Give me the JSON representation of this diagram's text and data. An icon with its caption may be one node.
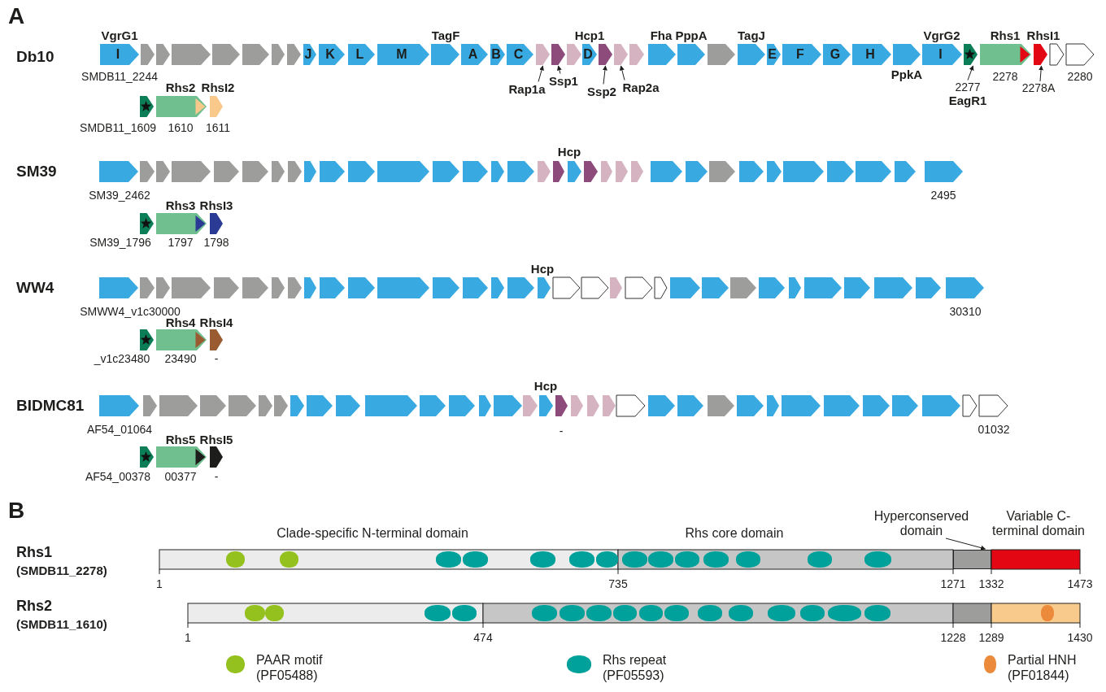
{
  "diagram": {
    "nodes": [
      {
        "text": [
          "I"
        ],
        "beside": [
          "VgrG1",
          "SMDB11_2244"
        ]
      },
      {
        "text": [
          "J"
        ]
      },
      {
        "text": [
          "K"
        ]
      },
      {
        "text": [
          "L"
        ]
      },
      {
        "text": [
          "M"
        ]
      },
      {
        "text": [
          "A"
        ]
      },
      {
        "text": [
          "B"
        ]
      },
      {
        "text": [
          "C"
        ]
      },
      {
        "text": [],
        "shape": "arrow"
      },
      {
        "text": [],
        "shape": "arrow"
      },
      {
        "text": [
          "D"
        ],
        "beside": [
          "Hcp1"
        ]
      },
      {
        "text": [],
        "shape": "arrow"
      },
      {
        "text": [],
        "shape": "arrow"
      },
      {
        "text": [
          "E"
        ]
      },
      {
        "text": [
          "F"
        ]
      },
      {
        "text": [
          "G"
        ]
      },
      {
        "text": [
          "H"
        ]
      },
      {
        "text": [
          "I"
        ],
        "beside": [
          "VgrG2"
        ]
      },
      {
        "text": [],
        "shape": "arrow"
      },
      {
        "text": [],
        "shape": "arrow",
        "beside": [
          "RhsI1"
        ]
      },
      {
        "text": [
          "Rap1a"
        ]
      },
      {
        "text": [
          "Ssp1"
        ]
      },
      {
        "text": [
          "Ssp2"
        ]
      },
      {
        "text": [
          "Rap2a"
        ]
      },
      {
        "text": [
          "2277",
          "EagR1"
        ]
      },
      {
        "text": [
          "2278A"
        ]
      },
      {
        "text": [
          "Hyperconserved domain"
        ]
      },
      {
        "text": [],
        "shape": "box"
      }
    ],
    "edges": [
      {
        "from": 20,
        "to": 8,
        "arrow": "to"
      },
      {
        "from": 21,
        "to": 9,
        "arrow": "to"
      },
      {
        "from": 22,
        "to": 11,
        "arrow": "to"
      },
      {
        "from": 23,
        "to": 12,
        "arrow": "to"
      },
      {
        "from": 24,
        "to": 18,
        "arrow": "to"
      },
      {
        "from": 25,
        "to": 19,
        "arrow": "to"
      },
      {
        "from": 26,
        "to": 27,
        "arrow": "to"
      }
    ],
    "labels": [
      "A",
      "TagF",
      "Fha",
      "PppA",
      "TagJ",
      "Rhs1",
      "Db10",
      "PpkA",
      "2278",
      "2280",
      "Rhs2",
      "RhsI2",
      "SMDB11_1609",
      "1610",
      "1611",
      "Hcp",
      "SM39",
      "SM39_2462",
      "2495",
      "Rhs3",
      "RhsI3",
      "SM39_1796",
      "1797",
      "1798",
      "Hcp",
      "WW4",
      "SMWW4_v1c30000",
      "30310",
      "Rhs4",
      "RhsI4",
      "_v1c23480",
      "23490",
      "-",
      "Hcp",
      "BIDMC81",
      "AF54_01064",
      "-",
      "01032",
      "Rhs5",
      "RhsI5",
      "AF54_00378",
      "00377",
      "-",
      "B",
      "Clade-specific N-terminal domain",
      "Rhs core domain",
      "Variable C-terminal domain",
      "Rhs1",
      "(SMDB11_2278)",
      "1",
      "735",
      "1271",
      "1332",
      "1473",
      "Rhs2",
      "(SMDB11_1610)",
      "1",
      "474",
      "1228",
      "1289",
      "1430"
    ],
    "legend": [
      {
        "text": "PAAR motif (PF05488)",
        "color": "#95c11f"
      },
      {
        "text": "Rhs repeat (PF05593)",
        "color": "#00a19a"
      },
      {
        "text": "Partial HNH (PF01844)",
        "color": "#ec8a3c"
      }
    ]
  }
}
